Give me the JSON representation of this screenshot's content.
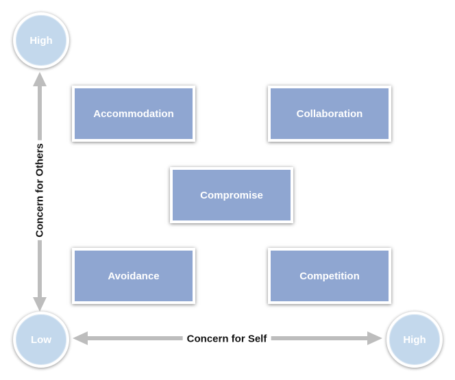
{
  "diagram": {
    "y_axis": {
      "label": "Concern for Others",
      "high_label": "High",
      "low_label": "Low"
    },
    "x_axis": {
      "label": "Concern for Self",
      "high_label": "High"
    },
    "styles": [
      {
        "id": "accommodation",
        "label": "Accommodation"
      },
      {
        "id": "collaboration",
        "label": "Collaboration"
      },
      {
        "id": "compromise",
        "label": "Compromise"
      },
      {
        "id": "avoidance",
        "label": "Avoidance"
      },
      {
        "id": "competition",
        "label": "Competition"
      }
    ],
    "colors": {
      "box_fill": "#8fa6d1",
      "circle_fill": "#c3d8ec",
      "arrow": "#bdbdbd"
    }
  }
}
